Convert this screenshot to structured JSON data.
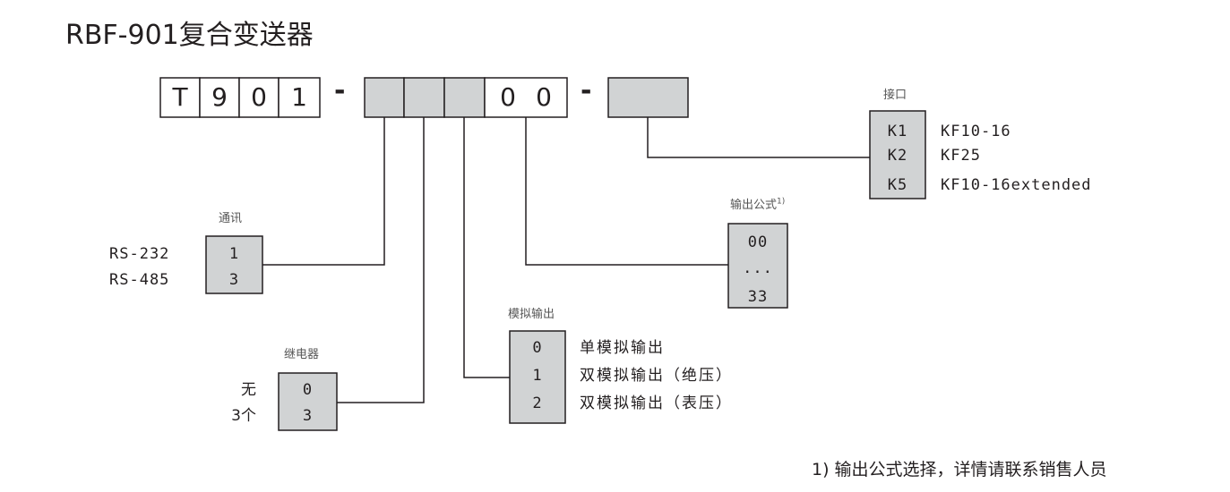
{
  "title": "RBF-901复合变送器",
  "code": {
    "fixed_chars": [
      "T",
      "9",
      "0",
      "1"
    ],
    "dash": "-",
    "zeros": [
      "0",
      "0"
    ]
  },
  "interface": {
    "label": "接口",
    "options": [
      {
        "code": "K1",
        "text": "KF10-16"
      },
      {
        "code": "K2",
        "text": "KF25"
      },
      {
        "code": "K5",
        "text": "KF10-16extended"
      }
    ]
  },
  "output_formula": {
    "label": "输出公式",
    "footnote_mark": "1)",
    "options": [
      "00",
      "...",
      "33"
    ]
  },
  "comm": {
    "label": "通讯",
    "options": [
      {
        "code": "1",
        "text": "RS-232"
      },
      {
        "code": "3",
        "text": "RS-485"
      }
    ]
  },
  "analog": {
    "label": "模拟输出",
    "options": [
      {
        "code": "0",
        "text": "单模拟输出"
      },
      {
        "code": "1",
        "text": "双模拟输出（绝压）"
      },
      {
        "code": "2",
        "text": "双模拟输出（表压）"
      }
    ]
  },
  "relay": {
    "label": "继电器",
    "options": [
      {
        "code": "0",
        "text": "无"
      },
      {
        "code": "3",
        "text": "3个"
      }
    ]
  },
  "footnote": "1) 输出公式选择，详情请联系销售人员",
  "colors": {
    "box_fill": "#d1d3d4",
    "line": "#231f20"
  }
}
